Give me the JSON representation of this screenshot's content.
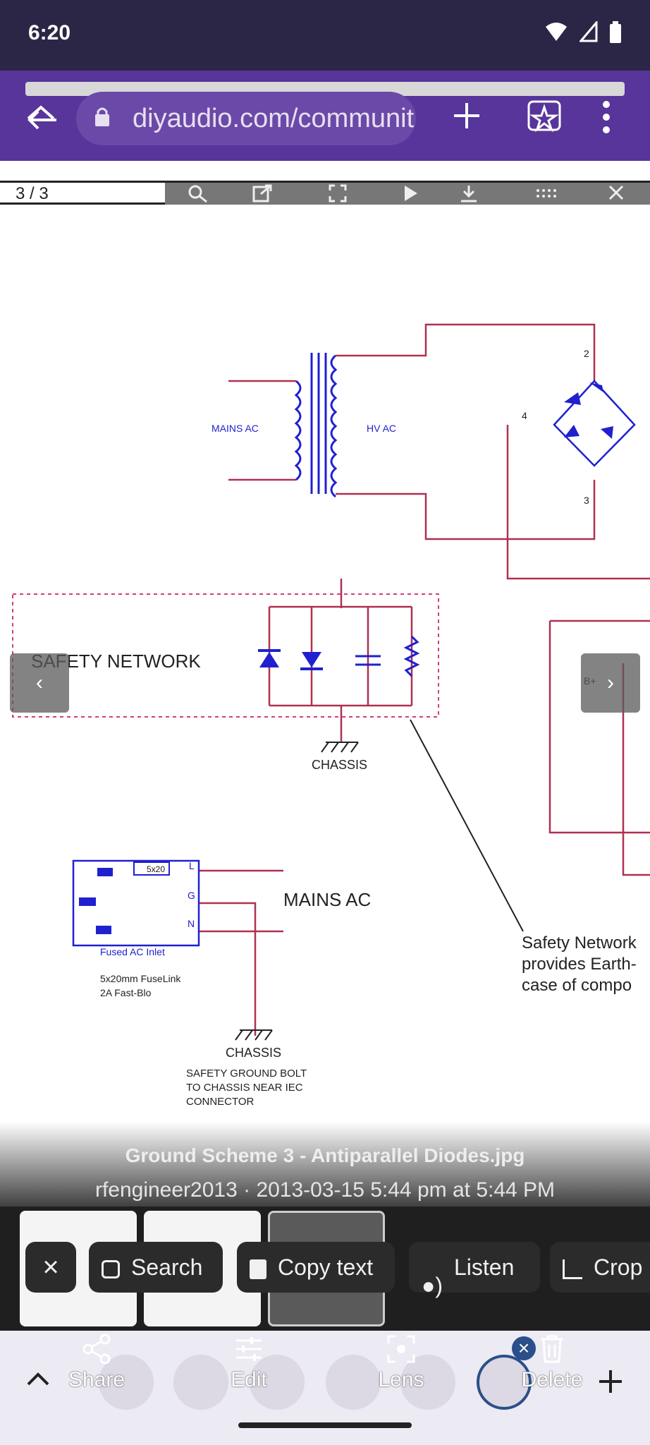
{
  "status_bar": {
    "time": "6:20"
  },
  "browser": {
    "url": "diyaudio.com/communit"
  },
  "pdf_toolbar": {
    "page_indicator": "3 / 3"
  },
  "schematic": {
    "labels": {
      "mains_ac_transformer": "MAINS AC",
      "hv_ac": "HV AC",
      "node_2": "2",
      "node_4": "4",
      "node_3": "3",
      "safety_network": "SAFETY NETWORK",
      "chassis_1": "CHASSIS",
      "chassis_2": "CHASSIS",
      "b_plus": "B+",
      "fuse": "5x20",
      "pin_l": "L",
      "pin_g": "G",
      "pin_n": "N",
      "fused_inlet": "Fused AC Inlet",
      "fuse_spec_1": "5x20mm FuseLink",
      "fuse_spec_2": "2A Fast-Blo",
      "mains_ac_inlet": "MAINS AC",
      "safety_note_1": "Safety Network",
      "safety_note_2": "provides Earth-",
      "safety_note_3": "case of compo",
      "ground_bolt_1": "SAFETY GROUND BOLT",
      "ground_bolt_2": "TO CHASSIS NEAR IEC",
      "ground_bolt_3": "CONNECTOR"
    }
  },
  "photo_caption": {
    "title": "Ground Scheme 3 - Antiparallel Diodes.jpg",
    "meta": "rfengineer2013 · 2013-03-15 5:44 pm at 5:44 PM"
  },
  "lens_actions": {
    "close_label": "×",
    "search": "Search",
    "copy_text": "Copy text",
    "listen": "Listen",
    "crop": "Crop"
  },
  "bottom_actions": {
    "share": "Share",
    "edit": "Edit",
    "lens": "Lens",
    "delete": "Delete"
  },
  "colors": {
    "status_bar": "#2c2646",
    "url_bar": "#57359a",
    "schematic_line": "#b03050",
    "component_blue": "#2020d0",
    "chip_bg": "#2b2b2b"
  }
}
